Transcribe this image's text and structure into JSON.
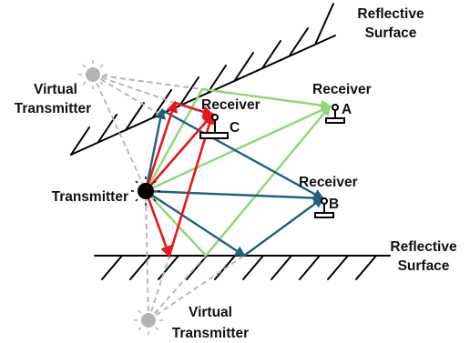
{
  "labels": {
    "reflective_surface_top": [
      "Reflective",
      "Surface"
    ],
    "reflective_surface_bottom": [
      "Reflective",
      "Surface"
    ],
    "virtual_transmitter_top": [
      "Virtual",
      "Transmitter"
    ],
    "virtual_transmitter_bottom": [
      "Virtual",
      "Transmitter"
    ],
    "transmitter": "Transmitter",
    "receiver_a": "Receiver",
    "receiver_b": "Receiver",
    "receiver_c": "Receiver",
    "tag_a": "A",
    "tag_b": "B",
    "tag_c": "C"
  },
  "colors": {
    "red_rays": "#e8161b",
    "blue_rays": "#1d6080",
    "green_rays": "#8fd676",
    "virtual_paths": "#b3b3b3",
    "surface": "#000000",
    "transmitter": "#000000",
    "virtual_transmitter": "#b3b3b3"
  }
}
